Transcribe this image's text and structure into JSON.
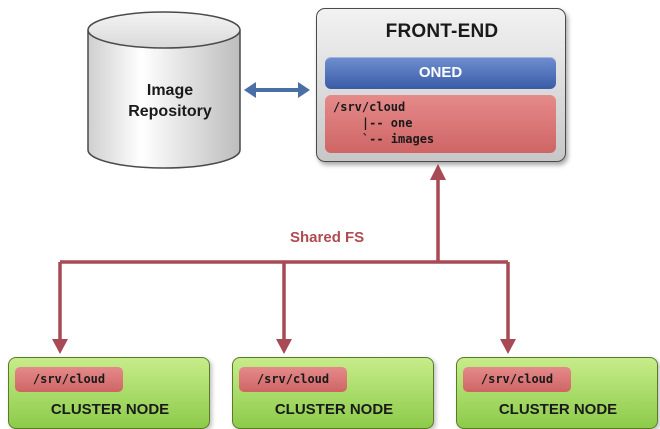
{
  "repository": {
    "label_line1": "Image",
    "label_line2": "Repository"
  },
  "frontend": {
    "title": "FRONT-END",
    "oned_label": "ONED",
    "fs_lines": [
      "/srv/cloud",
      "    |-- one",
      "    `-- images"
    ]
  },
  "shared_fs_label": "Shared FS",
  "cluster_nodes": [
    {
      "path": "/srv/cloud",
      "label": "CLUSTER NODE"
    },
    {
      "path": "/srv/cloud",
      "label": "CLUSTER NODE"
    },
    {
      "path": "/srv/cloud",
      "label": "CLUSTER NODE"
    }
  ],
  "colors": {
    "wire": "#a84a55",
    "arrow_blue": "#4a6fa5",
    "oned_blue": "#3a5ca7",
    "fs_red": "#cf6565",
    "node_green": "#8ccb4a",
    "frontend_gray": "#c7c7c7"
  }
}
